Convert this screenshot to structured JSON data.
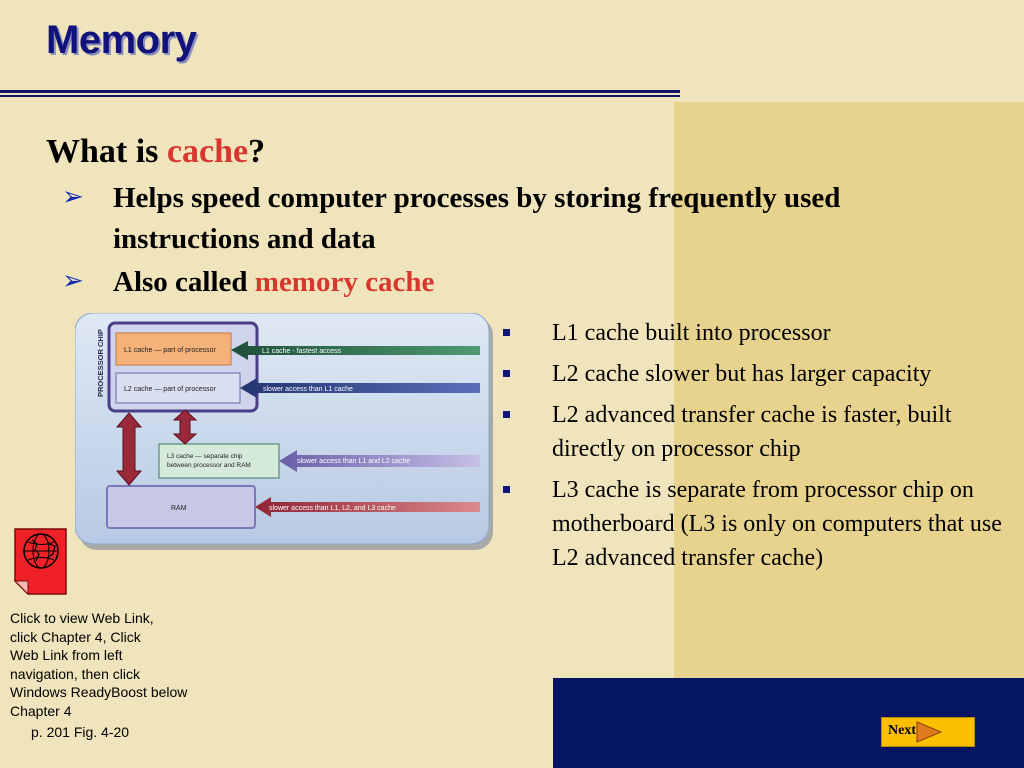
{
  "title": "Memory",
  "question": {
    "prefix": "What is ",
    "highlight": "cache",
    "suffix": "?"
  },
  "bullets": [
    {
      "text": "Helps speed computer processes by storing frequently used instructions and data"
    },
    {
      "prefix": "Also called ",
      "highlight": "memory cache"
    }
  ],
  "sub_bullets": [
    "L1 cache built into processor",
    "L2 cache slower but has larger capacity",
    "L2 advanced transfer cache is faster, built directly on processor chip",
    "L3 cache is separate from processor chip on motherboard (L3 is only on computers that use L2 advanced transfer cache)"
  ],
  "diagram": {
    "chip_label": "PROCESSOR CHIP",
    "l1_box": "L1 cache — part of processor",
    "l2_box": "L2 cache — part of processor",
    "l3_box": [
      "L3 cache — separate chip",
      "between processor and RAM"
    ],
    "ram_box": "RAM",
    "arrow_l1": "L1 cache - fastest access",
    "arrow_l2": "slower access than L1 cache",
    "arrow_l3": "slower access than L1 and L2 cache",
    "arrow_ram": "slower access than L1, L2, and L3 cache"
  },
  "web_link": {
    "icon": "globe-page-icon",
    "lines": [
      "Click to view Web Link,",
      "click Chapter 4, Click",
      "Web Link from left",
      "navigation, then click",
      "Windows ReadyBoost below",
      "Chapter 4"
    ]
  },
  "reference": "p. 201 Fig. 4-20",
  "next_button": {
    "label": "Next",
    "icon": "arrow-right-icon"
  },
  "colors": {
    "background": "#efe4bb",
    "right_panel": "#e7d38d",
    "navy": "#06155f",
    "title": "#11137b",
    "highlight": "#d8372f",
    "button": "#fbbf00"
  }
}
